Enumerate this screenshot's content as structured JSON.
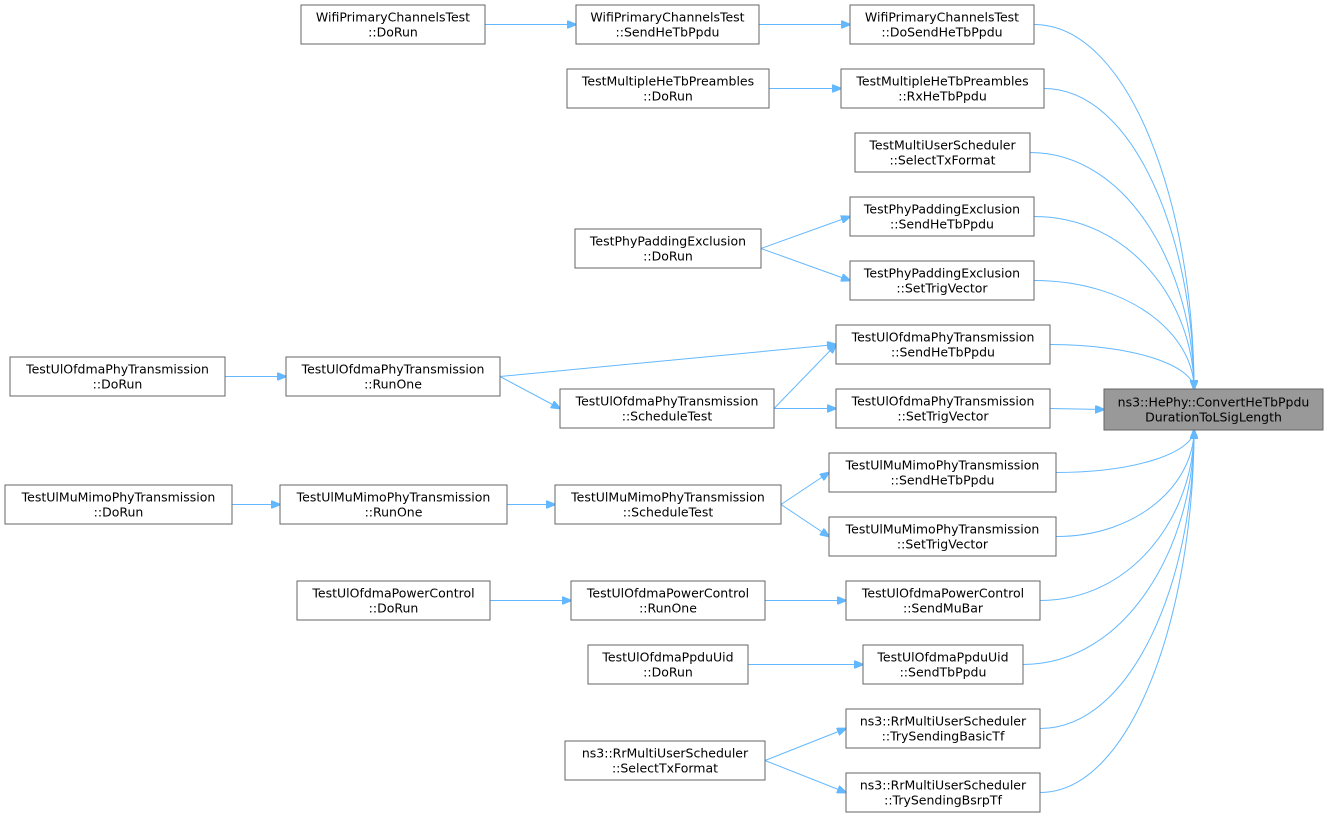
{
  "nodes": [
    {
      "id": "target",
      "line1": "ns3::HePhy::ConvertHeTbPpdu",
      "line2": "DurationToLSigLength",
      "target": true
    },
    {
      "id": "wpc_dosend",
      "line1": "WifiPrimaryChannelsTest",
      "line2": "::DoSendHeTbPpdu"
    },
    {
      "id": "wpc_send",
      "line1": "WifiPrimaryChannelsTest",
      "line2": "::SendHeTbPpdu"
    },
    {
      "id": "wpc_dorun",
      "line1": "WifiPrimaryChannelsTest",
      "line2": "::DoRun"
    },
    {
      "id": "tmp_rx",
      "line1": "TestMultipleHeTbPreambles",
      "line2": "::RxHeTbPpdu"
    },
    {
      "id": "tmp_dorun",
      "line1": "TestMultipleHeTbPreambles",
      "line2": "::DoRun"
    },
    {
      "id": "tmus_sel",
      "line1": "TestMultiUserScheduler",
      "line2": "::SelectTxFormat"
    },
    {
      "id": "tpe_send",
      "line1": "TestPhyPaddingExclusion",
      "line2": "::SendHeTbPpdu"
    },
    {
      "id": "tpe_trig",
      "line1": "TestPhyPaddingExclusion",
      "line2": "::SetTrigVector"
    },
    {
      "id": "tpe_dorun",
      "line1": "TestPhyPaddingExclusion",
      "line2": "::DoRun"
    },
    {
      "id": "tuo_send",
      "line1": "TestUlOfdmaPhyTransmission",
      "line2": "::SendHeTbPpdu"
    },
    {
      "id": "tuo_trig",
      "line1": "TestUlOfdmaPhyTransmission",
      "line2": "::SetTrigVector"
    },
    {
      "id": "tuo_sched",
      "line1": "TestUlOfdmaPhyTransmission",
      "line2": "::ScheduleTest"
    },
    {
      "id": "tuo_runone",
      "line1": "TestUlOfdmaPhyTransmission",
      "line2": "::RunOne"
    },
    {
      "id": "tuo_dorun",
      "line1": "TestUlOfdmaPhyTransmission",
      "line2": "::DoRun"
    },
    {
      "id": "tum_send",
      "line1": "TestUlMuMimoPhyTransmission",
      "line2": "::SendHeTbPpdu"
    },
    {
      "id": "tum_trig",
      "line1": "TestUlMuMimoPhyTransmission",
      "line2": "::SetTrigVector"
    },
    {
      "id": "tum_sched",
      "line1": "TestUlMuMimoPhyTransmission",
      "line2": "::ScheduleTest"
    },
    {
      "id": "tum_runone",
      "line1": "TestUlMuMimoPhyTransmission",
      "line2": "::RunOne"
    },
    {
      "id": "tum_dorun",
      "line1": "TestUlMuMimoPhyTransmission",
      "line2": "::DoRun"
    },
    {
      "id": "tupc_mubar",
      "line1": "TestUlOfdmaPowerControl",
      "line2": "::SendMuBar"
    },
    {
      "id": "tupc_runone",
      "line1": "TestUlOfdmaPowerControl",
      "line2": "::RunOne"
    },
    {
      "id": "tupc_dorun",
      "line1": "TestUlOfdmaPowerControl",
      "line2": "::DoRun"
    },
    {
      "id": "tupu_send",
      "line1": "TestUlOfdmaPpduUid",
      "line2": "::SendTbPpdu"
    },
    {
      "id": "tupu_dorun",
      "line1": "TestUlOfdmaPpduUid",
      "line2": "::DoRun"
    },
    {
      "id": "rr_basic",
      "line1": "ns3::RrMultiUserScheduler",
      "line2": "::TrySendingBasicTf"
    },
    {
      "id": "rr_bsrp",
      "line1": "ns3::RrMultiUserScheduler",
      "line2": "::TrySendingBsrpTf"
    },
    {
      "id": "rr_sel",
      "line1": "ns3::RrMultiUserScheduler",
      "line2": "::SelectTxFormat"
    }
  ],
  "edges": [
    [
      "wpc_dosend",
      "target"
    ],
    [
      "tmp_rx",
      "target"
    ],
    [
      "tmus_sel",
      "target"
    ],
    [
      "tpe_send",
      "target"
    ],
    [
      "tpe_trig",
      "target"
    ],
    [
      "tuo_send",
      "target"
    ],
    [
      "tuo_trig",
      "target"
    ],
    [
      "tum_send",
      "target"
    ],
    [
      "tum_trig",
      "target"
    ],
    [
      "tupc_mubar",
      "target"
    ],
    [
      "tupu_send",
      "target"
    ],
    [
      "rr_basic",
      "target"
    ],
    [
      "rr_bsrp",
      "target"
    ],
    [
      "wpc_send",
      "wpc_dosend"
    ],
    [
      "wpc_dorun",
      "wpc_send"
    ],
    [
      "tmp_dorun",
      "tmp_rx"
    ],
    [
      "tpe_dorun",
      "tpe_send"
    ],
    [
      "tpe_dorun",
      "tpe_trig"
    ],
    [
      "tuo_runone",
      "tuo_send"
    ],
    [
      "tuo_sched",
      "tuo_send"
    ],
    [
      "tuo_sched",
      "tuo_trig"
    ],
    [
      "tuo_runone",
      "tuo_sched"
    ],
    [
      "tuo_dorun",
      "tuo_runone"
    ],
    [
      "tum_sched",
      "tum_send"
    ],
    [
      "tum_sched",
      "tum_trig"
    ],
    [
      "tum_runone",
      "tum_sched"
    ],
    [
      "tum_dorun",
      "tum_runone"
    ],
    [
      "tupc_runone",
      "tupc_mubar"
    ],
    [
      "tupc_dorun",
      "tupc_runone"
    ],
    [
      "tupu_dorun",
      "tupu_send"
    ],
    [
      "rr_sel",
      "rr_basic"
    ],
    [
      "rr_sel",
      "rr_bsrp"
    ]
  ]
}
